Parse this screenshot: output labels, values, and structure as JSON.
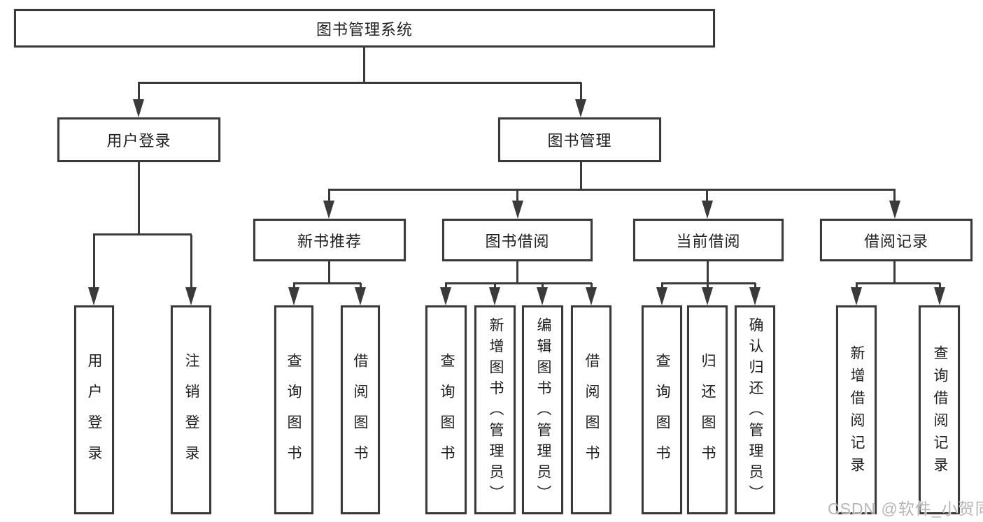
{
  "diagram": {
    "root": {
      "label": "图书管理系统"
    },
    "branches": [
      {
        "label": "用户登录",
        "children": [
          {
            "label": "用户登录"
          },
          {
            "label": "注销登录"
          }
        ]
      },
      {
        "label": "图书管理",
        "children": [
          {
            "label": "新书推荐",
            "children": [
              {
                "label": "查询图书"
              },
              {
                "label": "借阅图书"
              }
            ]
          },
          {
            "label": "图书借阅",
            "children": [
              {
                "label": "查询图书"
              },
              {
                "label": "新增图书（管理员）"
              },
              {
                "label": "编辑图书（管理员）"
              },
              {
                "label": "借阅图书"
              }
            ]
          },
          {
            "label": "当前借阅",
            "children": [
              {
                "label": "查询图书"
              },
              {
                "label": "归还图书"
              },
              {
                "label": "确认归还（管理员）"
              }
            ]
          },
          {
            "label": "借阅记录",
            "children": [
              {
                "label": "新增借阅记录"
              },
              {
                "label": "查询借阅记录"
              }
            ]
          }
        ]
      }
    ]
  },
  "watermark": {
    "text": "CSDN @软件_小贺同学"
  },
  "colors": {
    "line": "#3a3a3a",
    "text": "#1f1f1f",
    "background": "#ffffff",
    "watermark": "#b0b0b0"
  }
}
